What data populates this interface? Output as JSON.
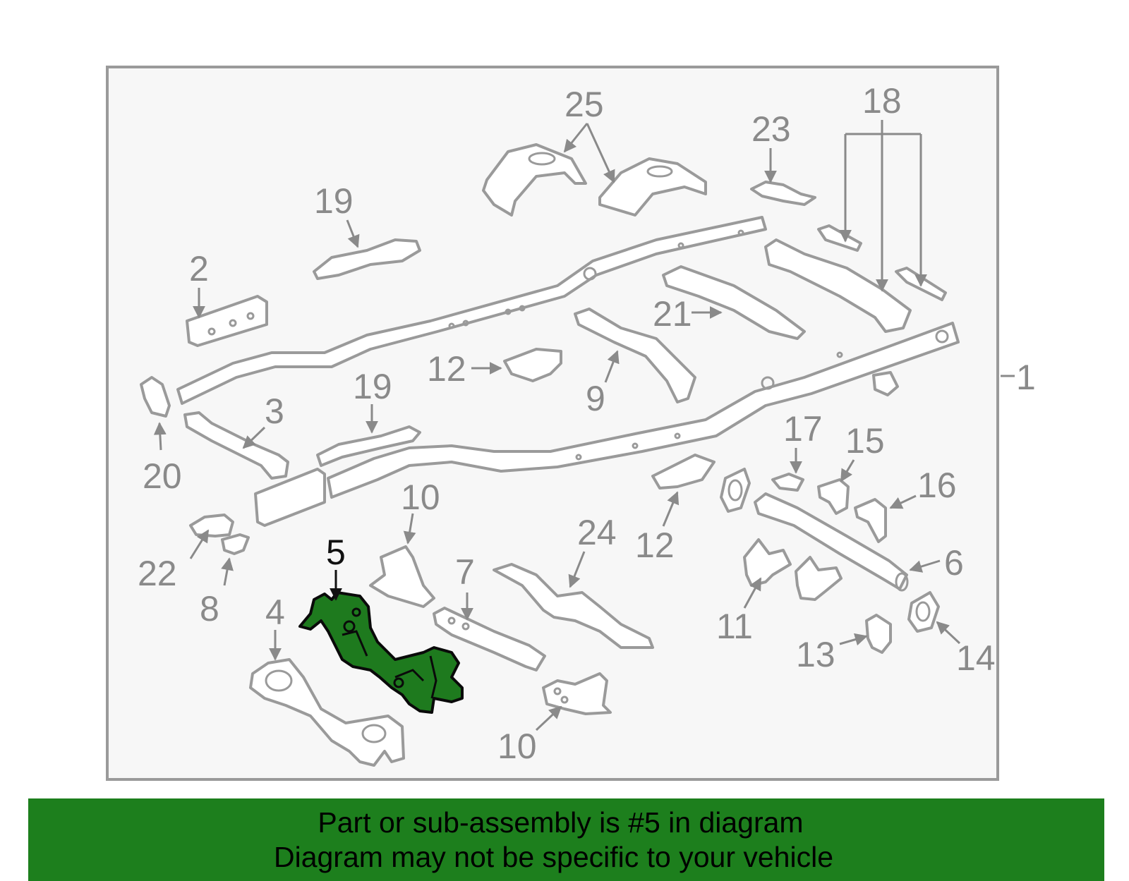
{
  "diagram": {
    "highlighted_part": "5",
    "highlight_color": "#1e7a1e",
    "callouts": [
      "25",
      "23",
      "18",
      "19",
      "2",
      "21",
      "12",
      "9",
      "20",
      "3",
      "19",
      "1",
      "17",
      "15",
      "16",
      "10",
      "12",
      "5",
      "22",
      "24",
      "7",
      "6",
      "8",
      "11",
      "4",
      "13",
      "14",
      "10"
    ]
  },
  "banner": {
    "line1": "Part or sub-assembly is #5 in diagram",
    "line2": "Diagram may not be specific to your vehicle",
    "color": "#1d7f1d"
  }
}
